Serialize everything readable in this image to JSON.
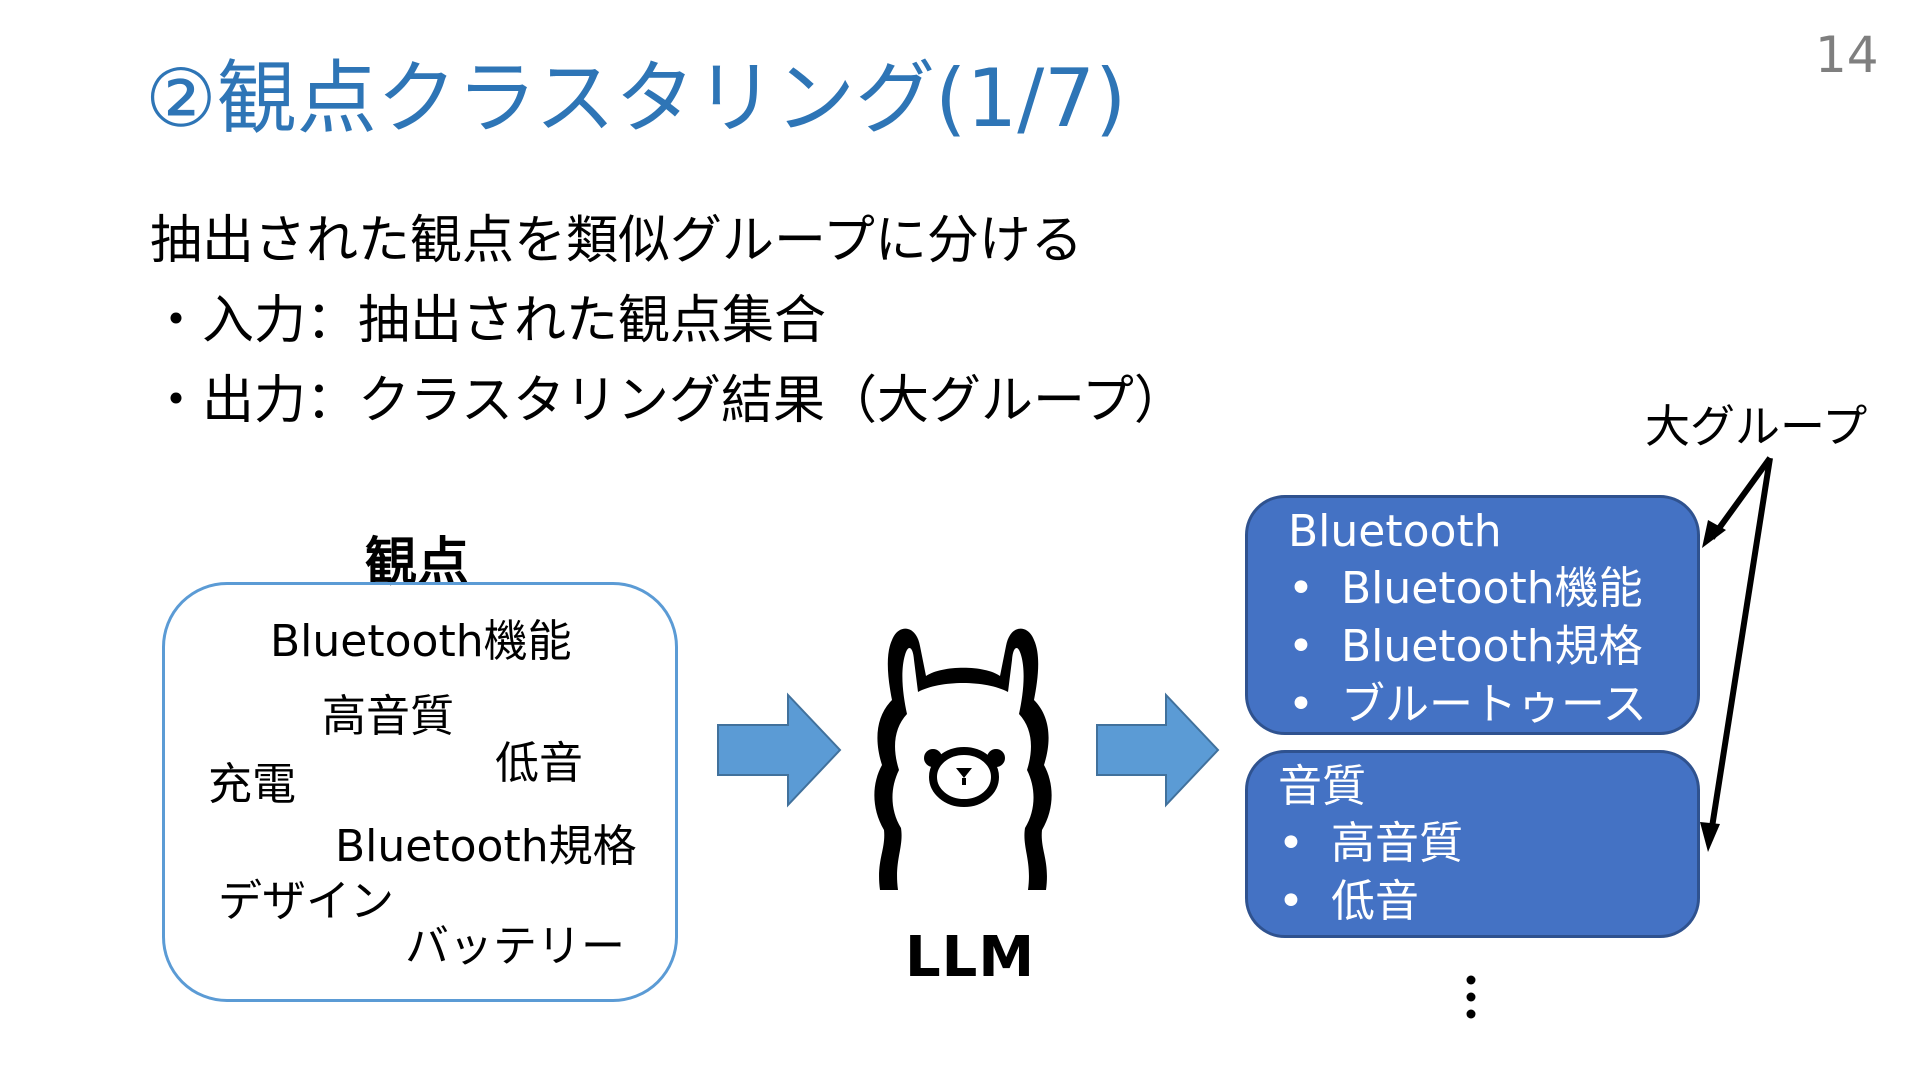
{
  "page_number": "14",
  "title": "②観点クラスタリング(1/7)",
  "intro": "抽出された観点を類似グループに分ける",
  "bullets": [
    "・入力：抽出された観点集合",
    "・出力：クラスタリング結果（大グループ）"
  ],
  "group_label": "大グループ",
  "viewpoints": {
    "heading": "観点",
    "items": [
      "Bluetooth機能",
      "高音質",
      "低音",
      "充電",
      "Bluetooth規格",
      "デザイン",
      "バッテリー"
    ]
  },
  "llm_label": "LLM",
  "clusters": [
    {
      "title": "Bluetooth",
      "items": [
        "Bluetooth機能",
        "Bluetooth規格",
        "ブルートゥース"
      ]
    },
    {
      "title": "音質",
      "items": [
        "高音質",
        "低音"
      ]
    }
  ],
  "colors": {
    "title": "#2e75b6",
    "arrow_fill": "#5b9bd5",
    "cluster_fill": "#4472c4",
    "cluster_border": "#2f528f",
    "viewpoint_border": "#5b9bd5",
    "page_number": "#7f7f7f"
  },
  "icons": {
    "llm": "llama-icon",
    "flow_arrows": "right-block-arrow-icon",
    "continuation": "vertical-ellipsis-icon"
  }
}
